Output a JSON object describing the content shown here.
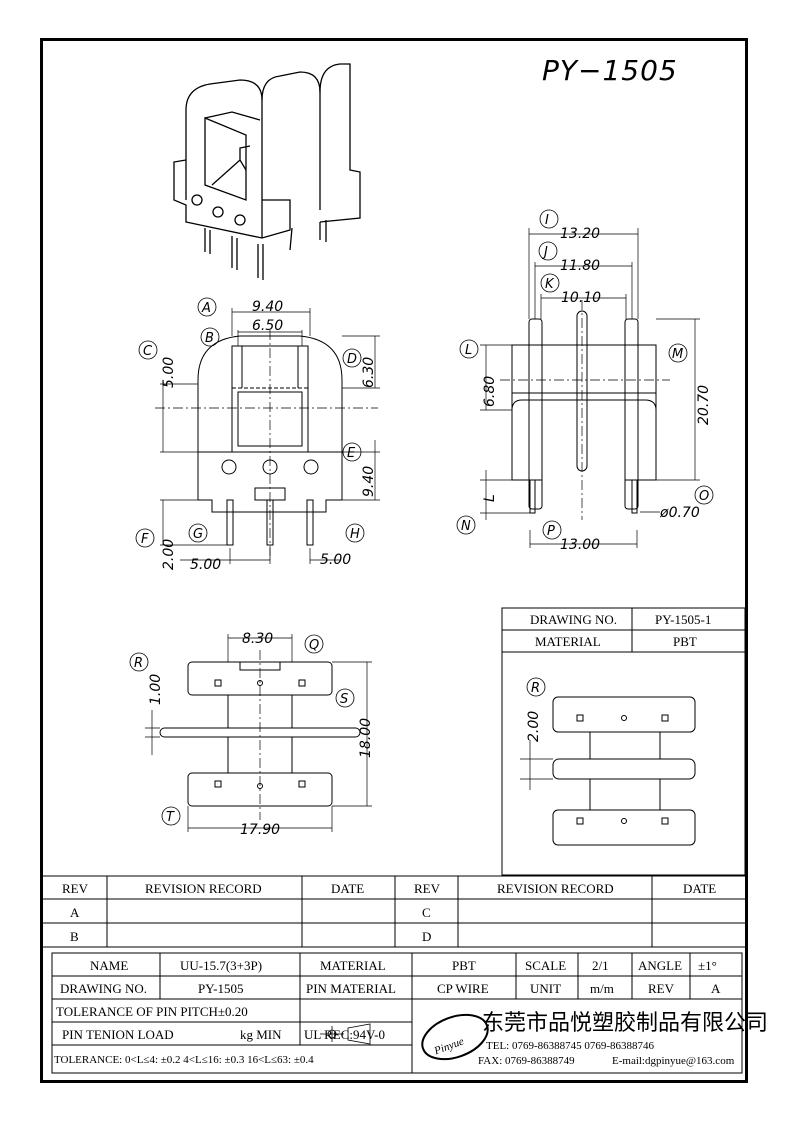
{
  "title": "PY−1505",
  "drawing_info": {
    "drawing_no_label": "DRAWING NO.",
    "drawing_no_value": "PY-1505-1",
    "material_label": "MATERIAL",
    "material_value": "PBT"
  },
  "dimensions": {
    "d_9_40_top": "9.40",
    "d_6_50": "6.50",
    "d_5_00_left": "5.00",
    "d_6_30": "6.30",
    "d_9_40_right": "9.40",
    "d_2_00": "2.00",
    "d_5_00_bl": "5.00",
    "d_5_00_br": "5.00",
    "d_13_20": "13.20",
    "d_11_80": "11.80",
    "d_10_10": "10.10",
    "d_6_80": "6.80",
    "d_20_70": "20.70",
    "d_L": "L",
    "d_phi": "ø0.70",
    "d_13_00": "13.00",
    "d_8_30": "8.30",
    "d_1_00": "1.00",
    "d_18_00": "18.00",
    "d_17_90": "17.90",
    "d_2_00_r": "2.00"
  },
  "callouts": {
    "A": "A",
    "B": "B",
    "C": "C",
    "D": "D",
    "E": "E",
    "F": "F",
    "G": "G",
    "H": "H",
    "I": "I",
    "J": "J",
    "K": "K",
    "Lc": "L",
    "M": "M",
    "N": "N",
    "O": "O",
    "P": "P",
    "Q": "Q",
    "R": "R",
    "S": "S",
    "T": "T",
    "R2": "R"
  },
  "revision": {
    "rev": "REV",
    "record": "REVISION RECORD",
    "date": "DATE",
    "a": "A",
    "b": "B",
    "c": "C",
    "d": "D"
  },
  "titleblock": {
    "name_label": "NAME",
    "name_value": "UU-15.7(3+3P)",
    "material_label": "MATERIAL",
    "material_value": "PBT",
    "scale_label": "SCALE",
    "scale_value": "2/1",
    "angle_label": "ANGLE",
    "angle_value": "±1°",
    "drawing_no_label": "DRAWING NO.",
    "drawing_no_value": "PY-1505",
    "pin_material_label": "PIN MATERIAL",
    "pin_material_value": "CP WIRE",
    "unit_label": "UNIT",
    "unit_value": "m/m",
    "rev_label": "REV",
    "rev_value": "A",
    "tolerance_pitch": "TOLERANCE OF PIN PITCH±0.20",
    "pin_tension": "PIN TENION LOAD",
    "kg_min": "kg MIN",
    "ul_rec": "UL REC:94V-0",
    "tolerance_ranges": "TOLERANCE: 0<L≤4: ±0.2   4<L≤16: ±0.3   16<L≤63: ±0.4",
    "logo_text": "Pinyue",
    "company": "东莞市品悦塑胶制品有限公司",
    "tel": "TEL: 0769-86388745      0769-86388746",
    "fax": "FAX: 0769-86388749",
    "email": "E-mail:dgpinyue@163.com"
  }
}
